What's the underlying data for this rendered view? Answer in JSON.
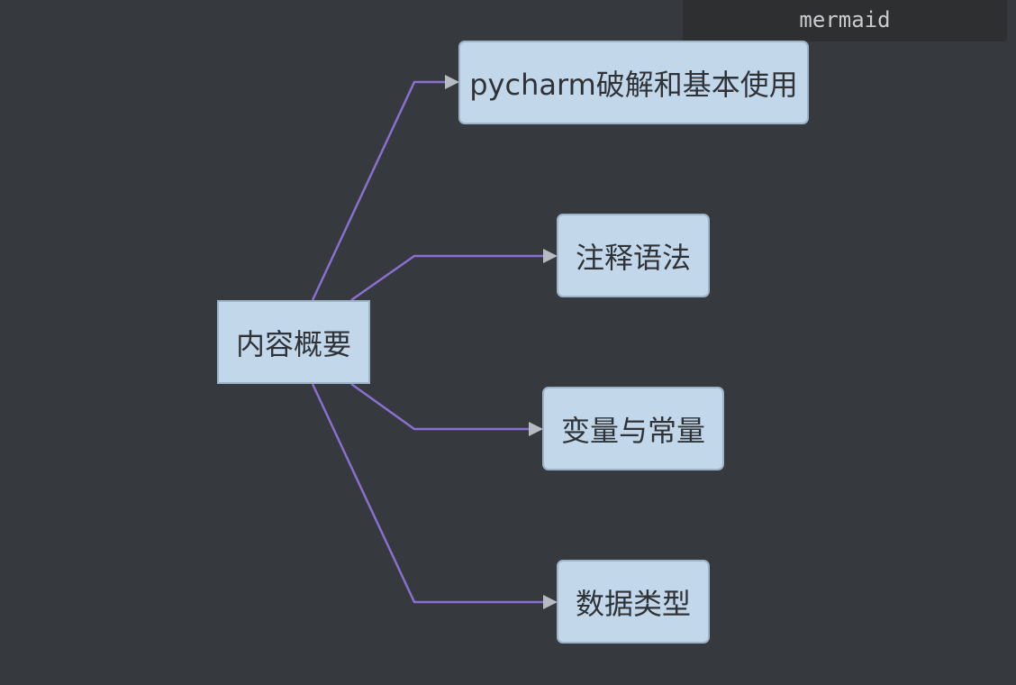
{
  "code_block": {
    "language_label": "mermaid"
  },
  "diagram": {
    "type": "flowchart",
    "direction": "LR",
    "edge_color": "#8a6fd0",
    "arrow_color": "#b7bcc4",
    "root": {
      "id": "root",
      "label": "内容概要"
    },
    "children": [
      {
        "id": "c1",
        "label": "pycharm破解和基本使用"
      },
      {
        "id": "c2",
        "label": "注释语法"
      },
      {
        "id": "c3",
        "label": "变量与常量"
      },
      {
        "id": "c4",
        "label": "数据类型"
      }
    ],
    "edges": [
      {
        "from": "root",
        "to": "c1"
      },
      {
        "from": "root",
        "to": "c2"
      },
      {
        "from": "root",
        "to": "c3"
      },
      {
        "from": "root",
        "to": "c4"
      }
    ]
  }
}
